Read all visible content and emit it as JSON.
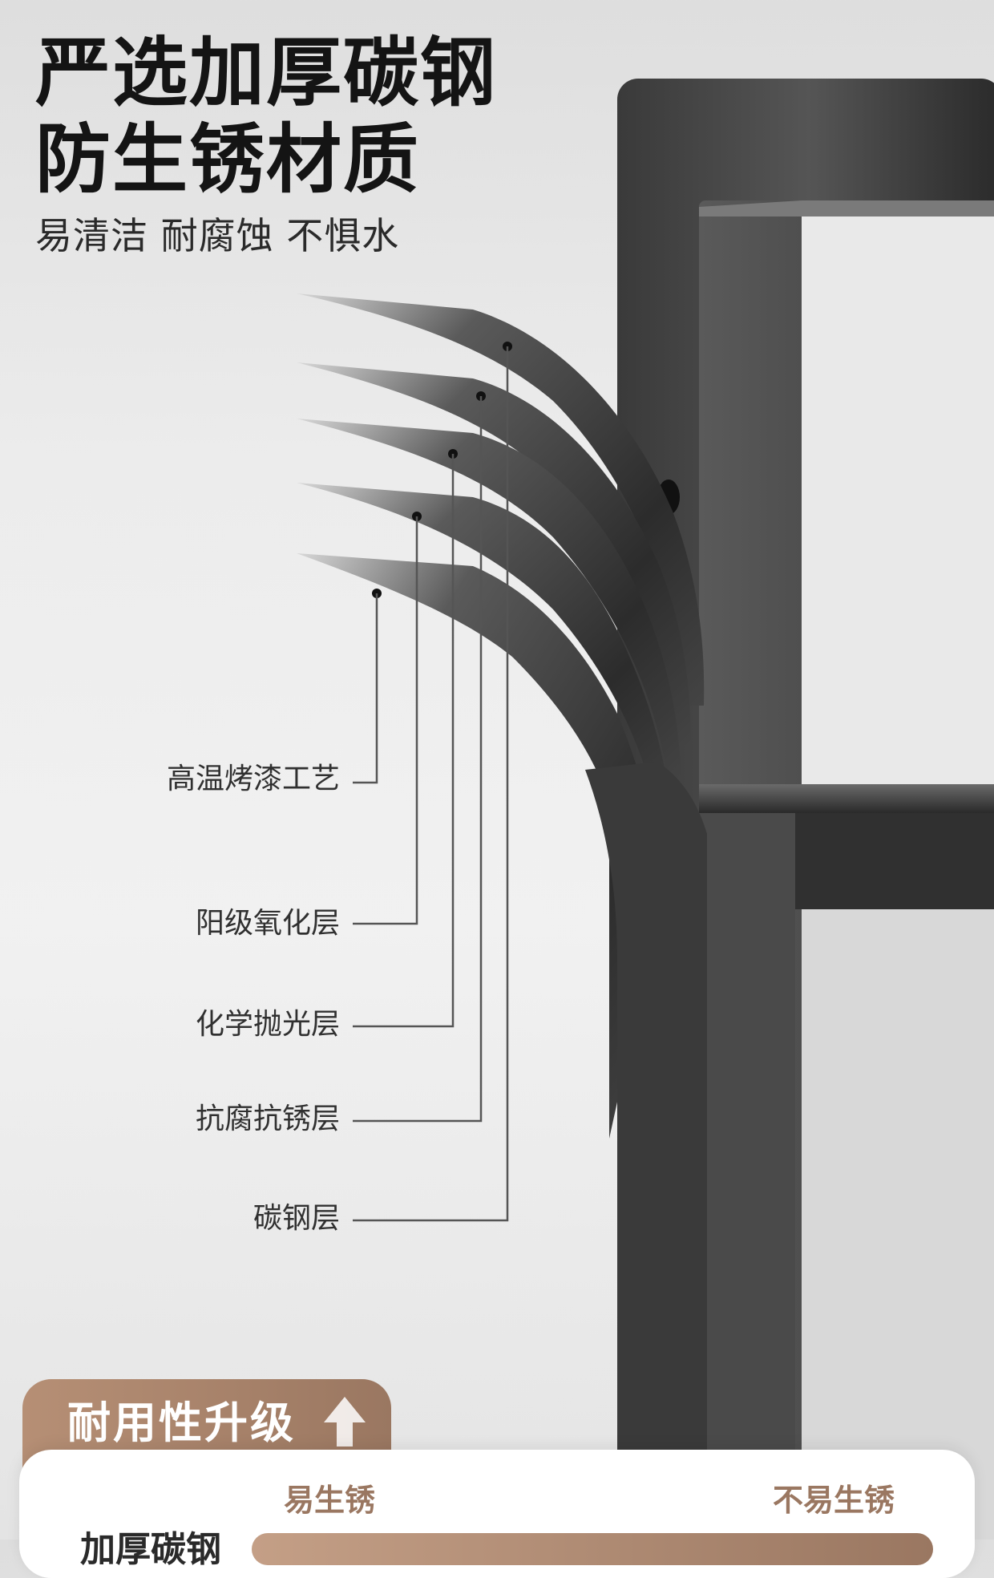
{
  "headline": {
    "line1": "严选加厚碳钢",
    "line2": "防生锈材质"
  },
  "subtitle": "易清洁 耐腐蚀 不惧水",
  "layers": [
    {
      "label": "高温烤漆工艺"
    },
    {
      "label": "阳级氧化层"
    },
    {
      "label": "化学抛光层"
    },
    {
      "label": "抗腐抗锈层"
    },
    {
      "label": "碳钢层"
    }
  ],
  "badge": {
    "text": "耐用性升级",
    "icon": "up-arrow-icon"
  },
  "comparison": {
    "scale_left": "易生锈",
    "scale_right": "不易生锈",
    "row_label": "加厚碳钢",
    "level_fraction": 1.0
  },
  "colors": {
    "accent": "#9a7761",
    "frame": "#2e2e2e",
    "headline": "#141414"
  }
}
